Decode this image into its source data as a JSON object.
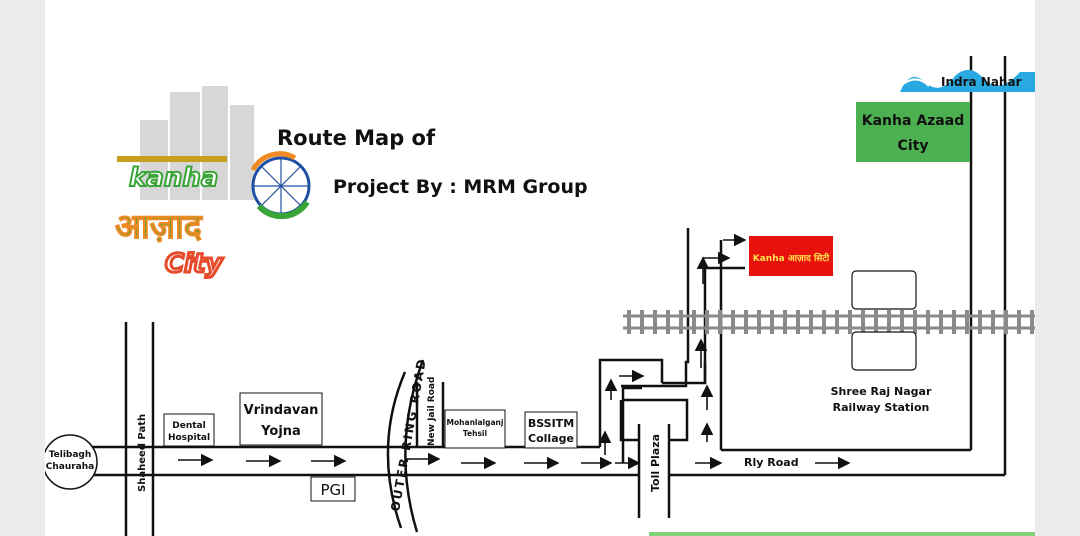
{
  "header": {
    "title": "Route Map of",
    "subtitle": "Project By : MRM Group"
  },
  "logo": {
    "wordmark_top": "kanha",
    "wordmark_devanagari": "आज़ाद",
    "wordmark_bottom": "City",
    "colors": {
      "saffron": "#f08a24",
      "green": "#3aa537",
      "navy": "#1e4fa0",
      "red": "#e84a2c"
    }
  },
  "places": {
    "telibagh": [
      "Telibagh",
      "Chauraha"
    ],
    "shaheed_path": "Shaheed Path",
    "dental": [
      "Dental",
      "Hospital"
    ],
    "vrindavan": [
      "Vrindavan",
      "Yojna"
    ],
    "pgi": "PGI",
    "outer_ring_road": "OUTER RING ROAD",
    "new_jail_road": "New Jail Road",
    "mohanlalganj": [
      "Mohanlalganj",
      "Tehsil"
    ],
    "bssitm": [
      "BSSITM",
      "Collage"
    ],
    "toll_plaza": "Toll Plaza",
    "rly_road": "Rly Road",
    "station": [
      "Shree Raj Nagar",
      "Railway Station"
    ],
    "indra_nahar": "Indra Nahar",
    "kanha_azaad": [
      "Kanha Azaad",
      "City"
    ]
  },
  "site_badge": {
    "text": "Kanha आज़ाद सिटी",
    "color": "#e8120c"
  },
  "colors": {
    "kanha_box": "#4caf50",
    "canal": "#29a9e1",
    "railway": "#8a8a8a"
  }
}
